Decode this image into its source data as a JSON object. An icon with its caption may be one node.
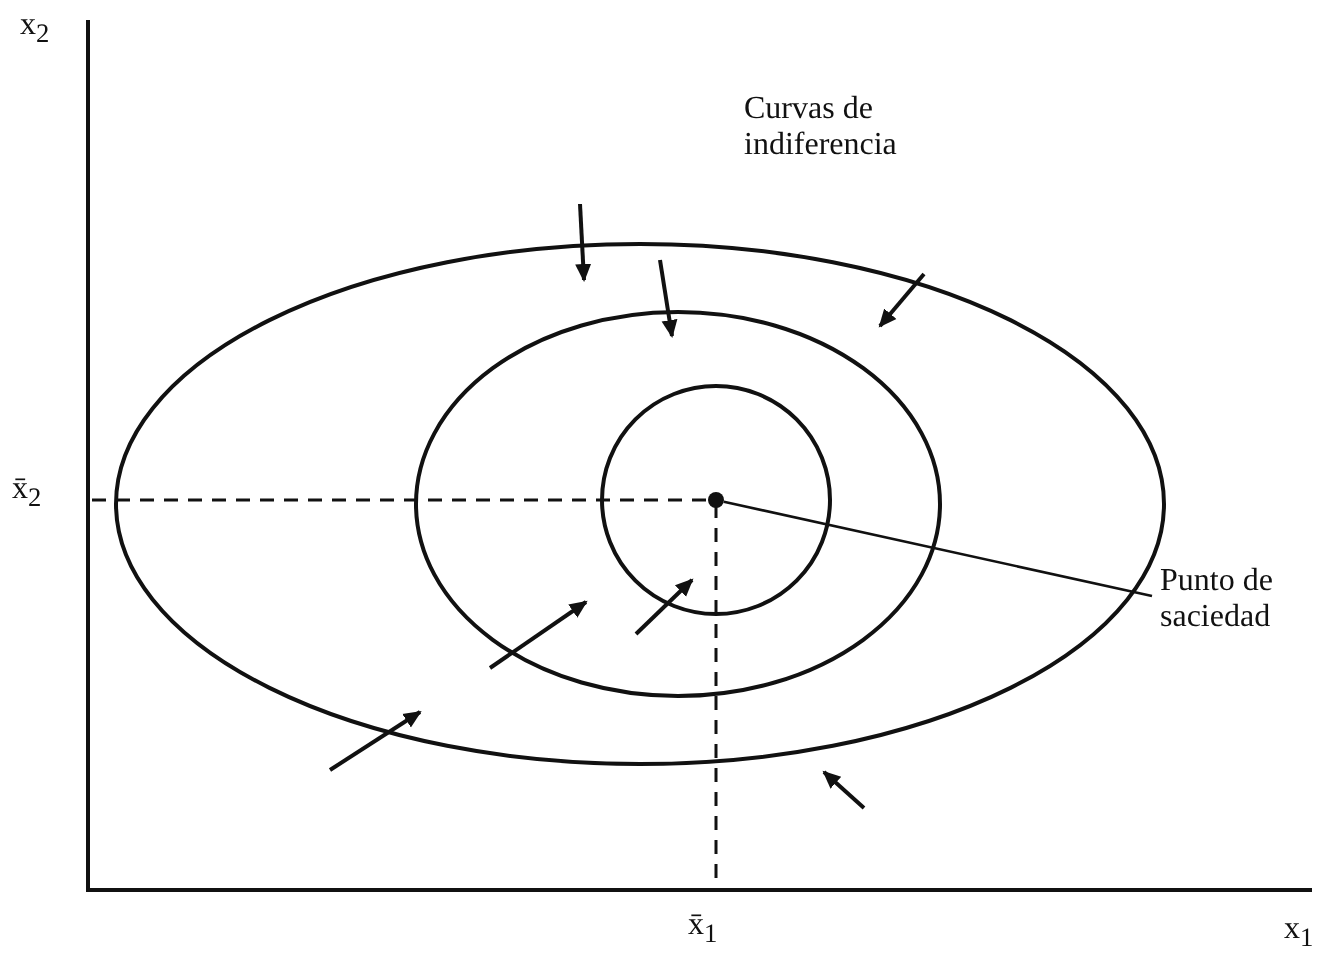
{
  "diagram": {
    "nodes": [
      {
        "text": [
          "Punto de saciedad"
        ]
      },
      {
        "text": [],
        "shape": "circle"
      }
    ],
    "edges": [
      {
        "from": 0,
        "to": 1,
        "arrow": "none"
      }
    ],
    "labels": [
      "x$_{2}$",
      "Curvas de indiferencia",
      "x̄$_{2}$",
      "x̄$_{1}$",
      "x$_{1}$"
    ]
  }
}
